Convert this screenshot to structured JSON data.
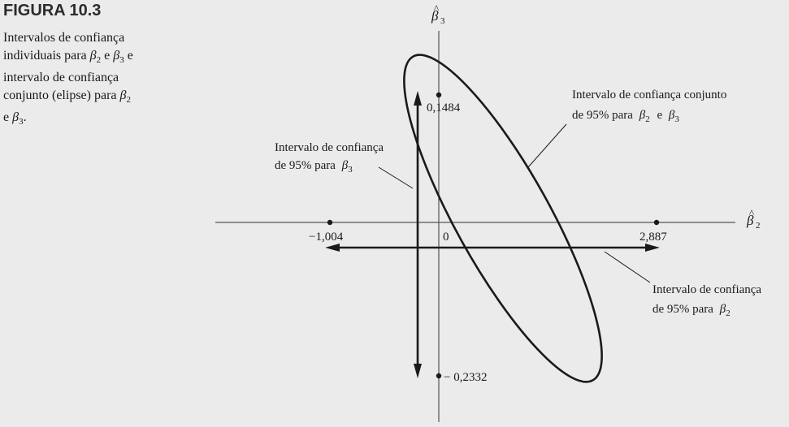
{
  "figure": {
    "number": "FIGURA 10.3",
    "caption": [
      {
        "t": "Intervalos de confiança individuais para "
      },
      {
        "greek": "β",
        "sub": "2"
      },
      {
        "t": " e "
      },
      {
        "greek": "β",
        "sub": "3"
      },
      {
        "t": " e intervalo de confiança conjunto (elipse) para "
      },
      {
        "greek": "β",
        "sub": "2"
      },
      {
        "t": " e "
      },
      {
        "greek": "β",
        "sub": "3"
      },
      {
        "t": "."
      }
    ]
  },
  "axes": {
    "x": {
      "symbol": "β",
      "hat": "^",
      "sub": "2"
    },
    "y": {
      "symbol": "β",
      "hat": "^",
      "sub": "3"
    }
  },
  "ticks": {
    "x_left": "−1,004",
    "x_origin": "0",
    "x_right": "2,887",
    "y_top": "0,1484",
    "y_bottom": "− 0,2332"
  },
  "annotations": {
    "joint": {
      "line1": "Intervalo de confiança conjunto",
      "line2_prefix": "de 95% para",
      "sym_a": "β",
      "sub_a": "2",
      "conj": "e",
      "sym_b": "β",
      "sub_b": "3"
    },
    "beta3": {
      "line1": "Intervalo de confiança",
      "line2_prefix": "de 95% para",
      "sym": "β",
      "sub": "3"
    },
    "beta2": {
      "line1": "Intervalo de confiança",
      "line2_prefix": "de 95% para",
      "sym": "β",
      "sub": "2"
    }
  }
}
